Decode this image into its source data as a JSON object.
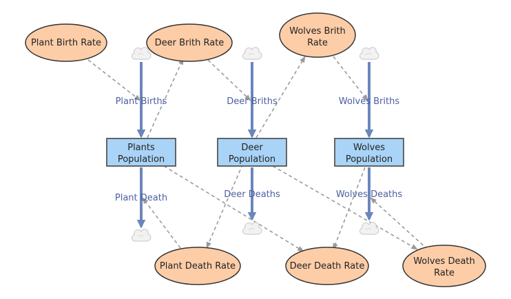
{
  "colors": {
    "variable_fill": "#fdcda8",
    "variable_stroke": "#333333",
    "stock_fill": "#a9d4f7",
    "stock_stroke": "#555555",
    "flow_arrow": "#6a86bd",
    "flow_label": "#4a5fa0",
    "link_dashed": "#9a9a9a",
    "cloud_fill": "#f2f2f2",
    "cloud_stroke": "#cfcfcf"
  },
  "variables": {
    "plant_birth_rate": "Plant Birth Rate",
    "deer_birth_rate": "Deer Brith Rate",
    "wolves_birth_rate": [
      "Wolves Brith",
      "Rate"
    ],
    "plant_death_rate": "Plant Death Rate",
    "deer_death_rate": "Deer Death Rate",
    "wolves_death_rate": [
      "Wolves Death",
      "Rate"
    ]
  },
  "stocks": {
    "plants": [
      "Plants",
      "Population"
    ],
    "deer": [
      "Deer",
      "Population"
    ],
    "wolves": [
      "Wolves",
      "Population"
    ]
  },
  "flows": {
    "plant_births": "Plant Births",
    "deer_births": "Deer Briths",
    "wolves_births": "Wolves Briths",
    "plant_death": "Plant Death",
    "deer_deaths": "Deer Deaths",
    "wolves_deaths": "Wolves Deaths"
  },
  "icons": {
    "source_sink": "cloud-icon"
  }
}
